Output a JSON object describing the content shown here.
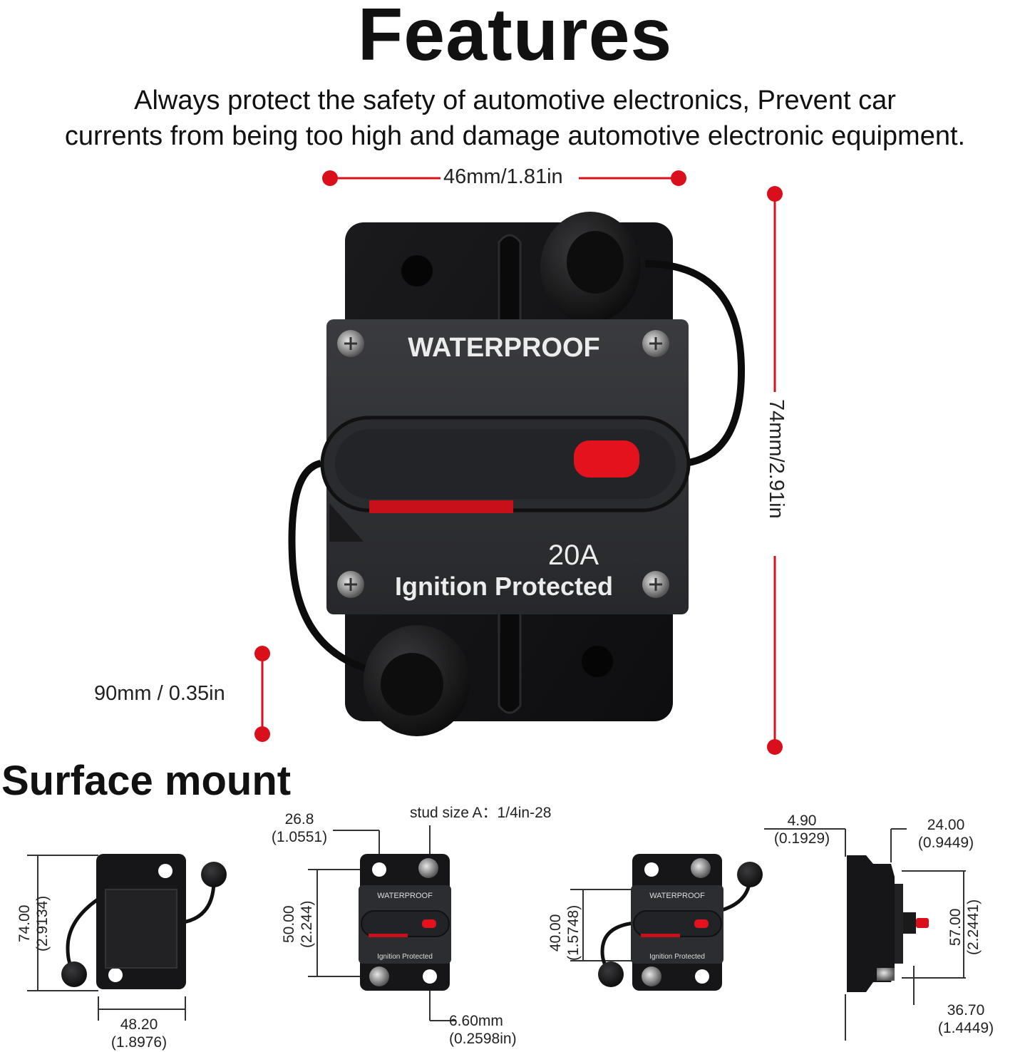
{
  "header": {
    "title": "Features",
    "subtitle_line1": "Always protect the safety of automotive electronics, Prevent car",
    "subtitle_line2": "currents from being too high and damage automotive electronic equipment."
  },
  "main_product": {
    "width_label": "46mm/1.81in",
    "height_label": "74mm/2.91in",
    "depth_label": "90mm / 0.35in",
    "top_label": "WATERPROOF",
    "rating": "20A",
    "bottom_label": "Ignition Protected"
  },
  "surface_mount": {
    "title": "Surface mount",
    "back_view": {
      "height_mm": "74.00",
      "height_in": "(2.9134)",
      "width_mm": "48.20",
      "width_in": "(1.8976)"
    },
    "front_view_a": {
      "offset_mm": "26.8",
      "offset_in": "(1.0551)",
      "stud_label": "stud size A：1/4in-28",
      "hole_spacing_mm": "50.00",
      "hole_spacing_in": "(2.244)",
      "hole_dia_mm": "6.60mm",
      "hole_dia_in": "(0.2598in)",
      "top_label": "WATERPROOF",
      "bottom_label": "Ignition Protected"
    },
    "front_view_b": {
      "height_mm": "40.00",
      "height_in": "(1.5748)",
      "top_label": "WATERPROOF",
      "bottom_label": "Ignition Protected"
    },
    "side_view": {
      "plate_mm": "4.90",
      "plate_in": "(0.1929)",
      "depth_mm": "24.00",
      "depth_in": "(0.9449)",
      "height_mm": "57.00",
      "height_in": "(2.2441)",
      "total_mm": "36.70",
      "total_in": "(1.4449)"
    }
  },
  "colors": {
    "accent_red": "#d9101c",
    "body_dark": "#1d1e20",
    "panel_dark": "#2a2b2e"
  }
}
